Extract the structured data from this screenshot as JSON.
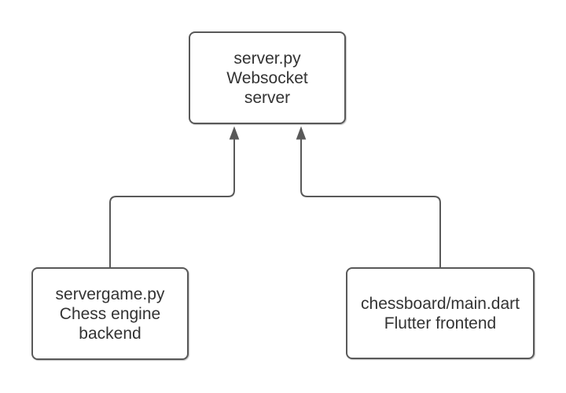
{
  "diagram": {
    "background_color": "#ffffff",
    "stroke_color": "#595959",
    "text_color": "#333333",
    "nodes": {
      "server": {
        "lines": [
          "server.py",
          "Websocket",
          "server"
        ]
      },
      "backend": {
        "lines": [
          "servergame.py",
          "Chess engine",
          "backend"
        ]
      },
      "frontend": {
        "lines": [
          "chessboard/main.dart",
          "Flutter frontend"
        ]
      }
    },
    "edges": [
      {
        "from": "backend",
        "to": "server",
        "arrow": "up"
      },
      {
        "from": "frontend",
        "to": "server",
        "arrow": "up"
      }
    ]
  }
}
